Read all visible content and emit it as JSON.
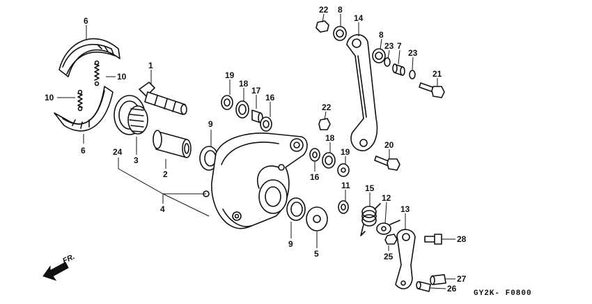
{
  "diagram_code": "GY2K- F0800",
  "direction_label": "FR.",
  "callouts": {
    "c1": "1",
    "c2": "2",
    "c3": "3",
    "c4": "4",
    "c5": "5",
    "c6a": "6",
    "c6b": "6",
    "c7": "7",
    "c8a": "8",
    "c8b": "8",
    "c9a": "9",
    "c9b": "9",
    "c10a": "10",
    "c10b": "10",
    "c11": "11",
    "c12": "12",
    "c13": "13",
    "c14": "14",
    "c15": "15",
    "c16a": "16",
    "c16b": "16",
    "c17": "17",
    "c18a": "18",
    "c18b": "18",
    "c19a": "19",
    "c19b": "19",
    "c20": "20",
    "c21": "21",
    "c22a": "22",
    "c22b": "22",
    "c23a": "23",
    "c23b": "23",
    "c24": "24",
    "c25": "25",
    "c26": "26",
    "c27": "27",
    "c28": "28"
  }
}
